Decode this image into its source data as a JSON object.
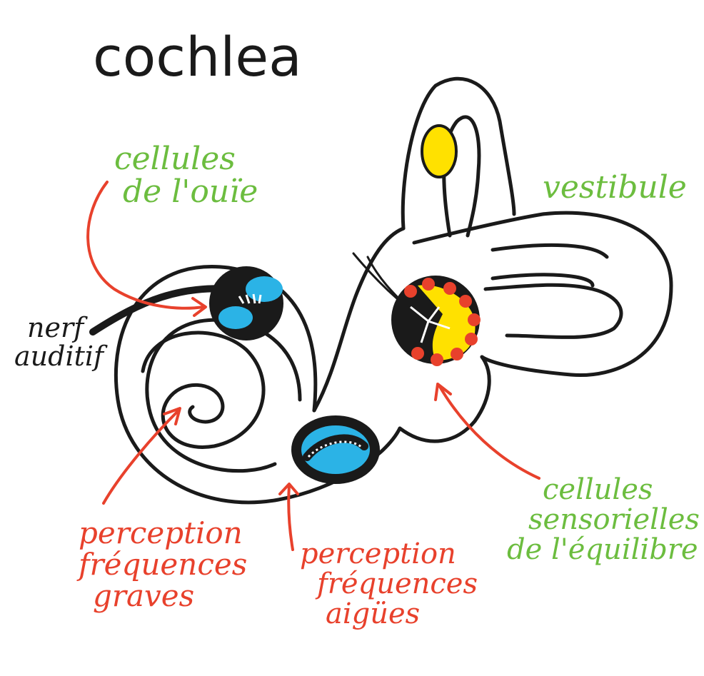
{
  "title": "cochlea",
  "labels": {
    "hearing_cells": [
      "cellules",
      "de l'ouïe"
    ],
    "vestibule": "vestibule",
    "auditory_nerve": [
      "nerf",
      "auditif"
    ],
    "low_freq": [
      "perception",
      "fréquences",
      "graves"
    ],
    "high_freq": [
      "perception",
      "fréquences",
      "aigües"
    ],
    "balance_cells": [
      "cellules",
      "sensorielles",
      "de l'équilibre"
    ]
  },
  "colors": {
    "ink": "#1a1a1a",
    "green": "#6cbd3f",
    "red": "#e8412c",
    "blue": "#2bb3e6",
    "yellow": "#ffe100",
    "orange_red": "#e8412c"
  }
}
